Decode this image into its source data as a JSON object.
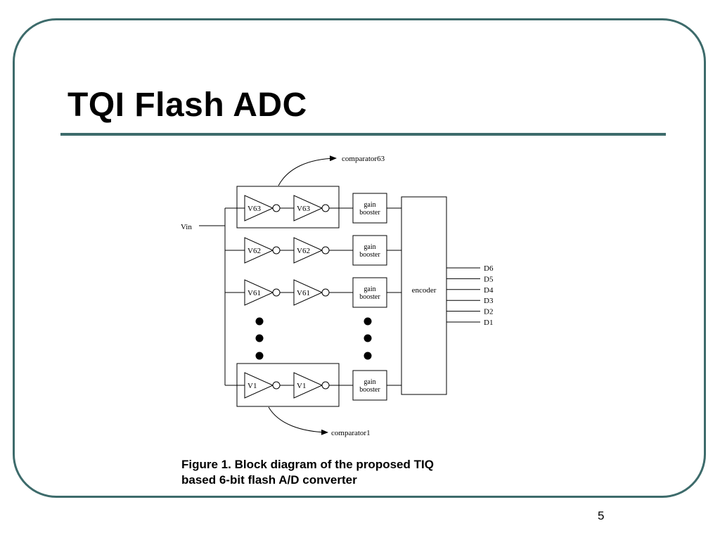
{
  "slide": {
    "title": "TQI Flash ADC",
    "page_number": "5",
    "caption_lines": [
      "Figure 1. Block diagram of the proposed TIQ",
      "based 6-bit flash A/D converter"
    ],
    "accent_color": "#3d6b6b"
  },
  "diagram": {
    "input_label": "Vin",
    "gain_booster_label_lines": [
      "gain",
      "booster"
    ],
    "encoder_label": "encoder",
    "comparator_top_label": "comparator63",
    "comparator_bottom_label": "comparator1",
    "rows": [
      {
        "inverter_labels": [
          "V63",
          "V63"
        ]
      },
      {
        "inverter_labels": [
          "V62",
          "V62"
        ]
      },
      {
        "inverter_labels": [
          "V61",
          "V61"
        ]
      },
      {
        "inverter_labels": [
          "V1",
          "V1"
        ]
      }
    ],
    "outputs": [
      "D6",
      "D5",
      "D4",
      "D3",
      "D2",
      "D1"
    ]
  }
}
